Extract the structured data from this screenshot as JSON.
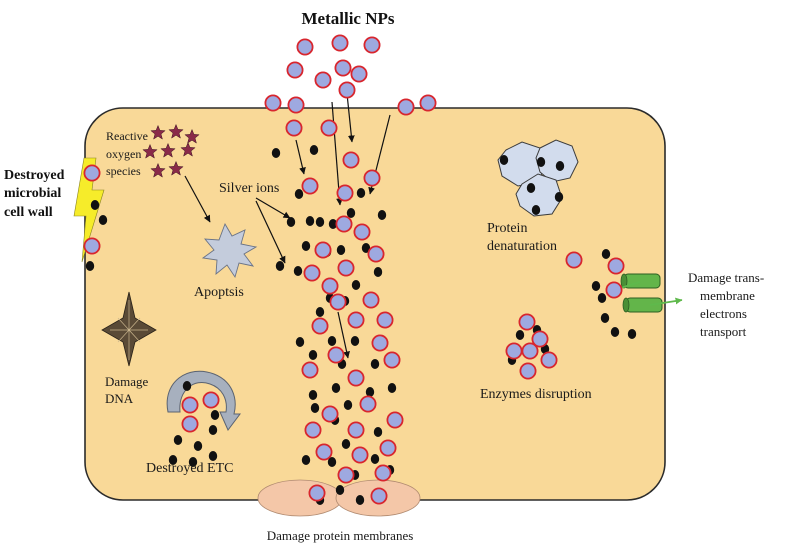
{
  "labels": {
    "title": "Metallic NPs",
    "ros": [
      "Reactive",
      "oxygen",
      "species"
    ],
    "cell_wall": [
      "Destroyed",
      "microbial",
      "cell wall"
    ],
    "silver_ions": "Silver ions",
    "apoptosis": "Apoptsis",
    "damage_dna": [
      "Damage",
      "DNA"
    ],
    "destroyed_etc": "Destroyed ETC",
    "protein_denaturation": [
      "Protein",
      "denaturation"
    ],
    "enzymes": "Enzymes disruption",
    "transport": [
      "Damage trans-",
      "membrane",
      "electrons",
      "transport"
    ],
    "membranes": "Damage protein membranes"
  },
  "colors": {
    "cell_fill": "#f9d998",
    "cell_stroke": "#2b2b2b",
    "np_fill": "#9ea9e0",
    "np_ring": "#d8262e",
    "ion": "#111111",
    "protein_fill": "#d2dced",
    "channel": "#63b54a",
    "arrow_green": "#5fb94c",
    "membrane_patch": "#f4c7a8",
    "lightning": "#f6ec2a"
  }
}
